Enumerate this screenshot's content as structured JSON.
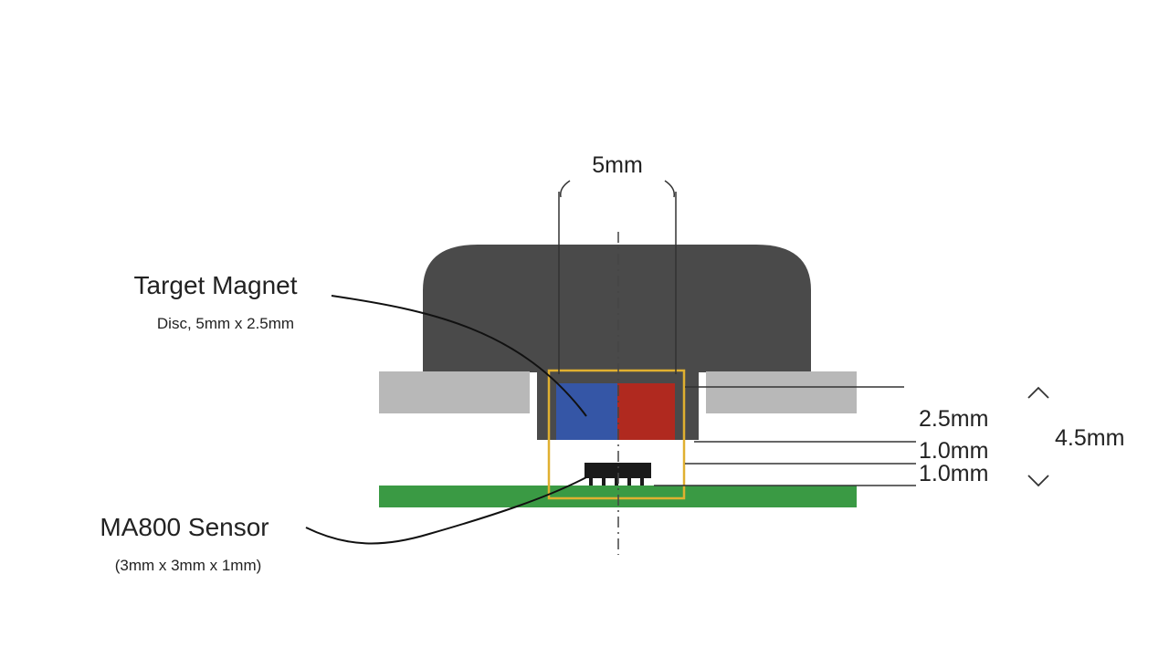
{
  "magnet": {
    "title": "Target Magnet",
    "subtitle": "Disc, 5mm x 2.5mm"
  },
  "sensor": {
    "title": "MA800 Sensor",
    "subtitle": "(3mm x 3mm x 1mm)"
  },
  "dimensions": {
    "width": "5mm",
    "magnet_height": "2.5mm",
    "gap": "1.0mm",
    "sensor_height": "1.0mm",
    "total": "4.5mm"
  },
  "colors": {
    "knob": "#4a4a4a",
    "plate": "#b8b8b8",
    "magnet_north": "#3556a6",
    "magnet_south": "#b0291f",
    "pcb": "#3a9a44",
    "sensor": "#1a1a1a",
    "outline": "#e0b030"
  }
}
